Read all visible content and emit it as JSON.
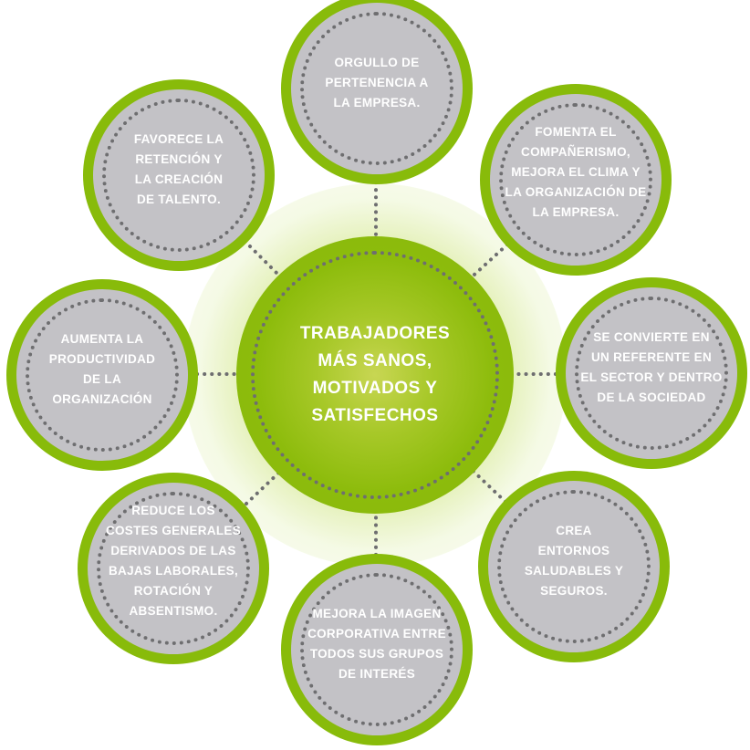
{
  "colors": {
    "ring_green": "#88bb0a",
    "center_green": "#8dbc0c",
    "node_gray": "#c3c2c6",
    "dot_gray": "#6e6e70",
    "text_white": "#ffffff",
    "glow": "#c8d653"
  },
  "center": {
    "label": "TRABAJADORES\nMÁS SANOS,\nMOTIVADOS Y\nSATISFECHOS"
  },
  "nodes": [
    {
      "id": "top",
      "label": "ORGULLO DE\nPERTENENCIA A\nLA EMPRESA."
    },
    {
      "id": "top-right",
      "label": "FOMENTA EL\nCOMPAÑERISMO,\nMEJORA EL CLIMA Y\nLA ORGANIZACIÓN DE\nLA EMPRESA."
    },
    {
      "id": "right",
      "label": "SE CONVIERTE EN\nUN REFERENTE EN\nEL SECTOR Y DENTRO\nDE LA SOCIEDAD"
    },
    {
      "id": "bottom-right",
      "label": "CREA\nENTORNOS\nSALUDABLES Y\nSEGUROS."
    },
    {
      "id": "bottom",
      "label": "MEJORA LA IMAGEN\nCORPORATIVA ENTRE\nTODOS SUS GRUPOS\nDE INTERÉS"
    },
    {
      "id": "bottom-left",
      "label": "REDUCE LOS\nCOSTES GENERALES\nDERIVADOS DE LAS\nBAJAS LABORALES,\nROTACIÓN Y\nABSENTISMO."
    },
    {
      "id": "left",
      "label": "AUMENTA LA\nPRODUCTIVIDAD\nDE LA\nORGANIZACIÓN"
    },
    {
      "id": "top-left",
      "label": "FAVORECE LA\nRETENCIÓN Y\nLA CREACIÓN\nDE TALENTO."
    }
  ]
}
